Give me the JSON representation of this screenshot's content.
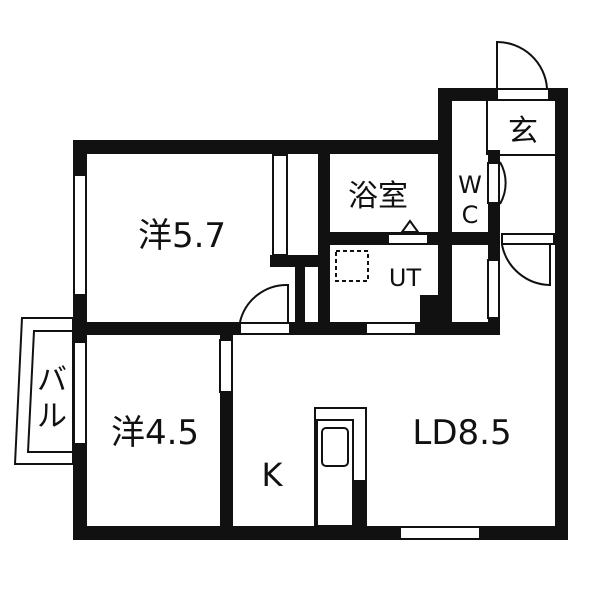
{
  "floor_plan": {
    "rooms": {
      "western_room_1": "洋5.7",
      "bathroom": "浴室",
      "toilet_w": "W",
      "toilet_c": "C",
      "entrance": "玄",
      "utility": "UT",
      "balcony_1": "バ",
      "balcony_2": "ル",
      "western_room_2": "洋4.5",
      "kitchen": "K",
      "living_dining": "LD8.5"
    },
    "colors": {
      "wall": "#111111",
      "background": "#ffffff"
    }
  }
}
